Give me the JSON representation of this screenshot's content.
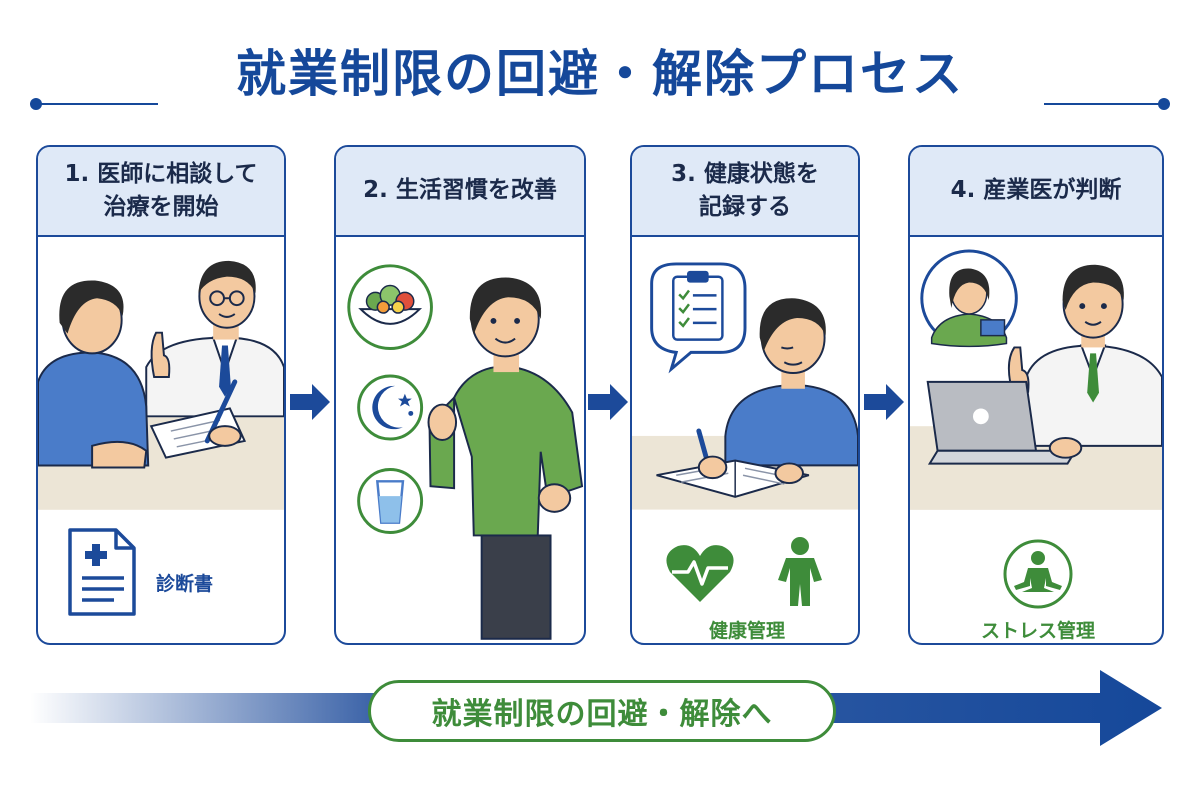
{
  "title": "就業制限の回避・解除プロセス",
  "steps": [
    {
      "line1": "1. 医師に相談して",
      "line2": "治療を開始",
      "footer": "診断書",
      "footer_icon": "medical-document-icon"
    },
    {
      "line1": "2. 生活習慣を改善",
      "line2": "",
      "icons": [
        "salad-bowl-icon",
        "moon-stars-icon",
        "water-glass-icon"
      ]
    },
    {
      "line1": "3. 健康状態を",
      "line2": "記録する",
      "footer": "健康管理",
      "icons": [
        "heart-pulse-icon",
        "person-icon",
        "clipboard-checklist-icon"
      ]
    },
    {
      "line1": "4. 産業医が判断",
      "line2": "",
      "footer": "ストレス管理",
      "footer_icon": "meditation-icon"
    }
  ],
  "banner": "就業制限の回避・解除へ",
  "colors": {
    "navy": "#15489a",
    "header_bg": "#dfe9f7",
    "green": "#3e8c3a",
    "shirt_blue": "#4a7cc9",
    "shirt_green": "#6aa84f"
  }
}
